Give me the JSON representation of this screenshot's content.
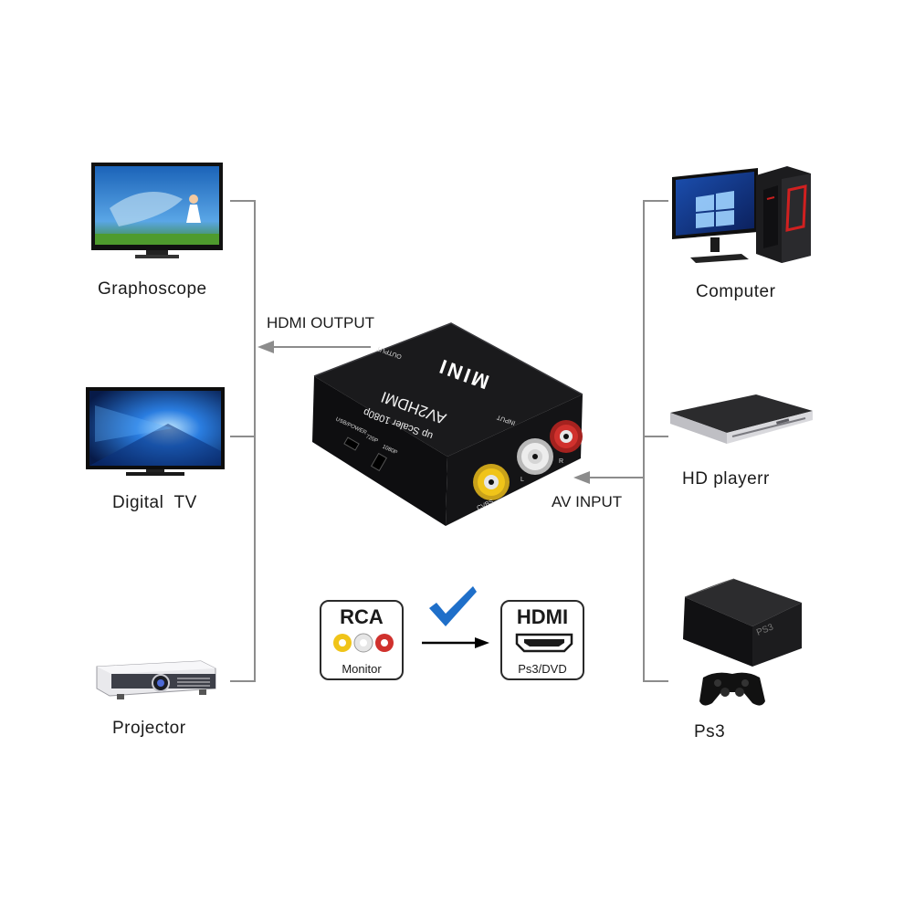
{
  "outputs": [
    {
      "label": "Graphoscope",
      "icon": "graphoscope-tv-icon"
    },
    {
      "label": "Digital  TV",
      "icon": "digital-tv-icon"
    },
    {
      "label": "Projector",
      "icon": "projector-icon"
    }
  ],
  "inputs": [
    {
      "label": "Computer",
      "icon": "computer-icon"
    },
    {
      "label": "HD playerr",
      "icon": "hd-player-icon"
    },
    {
      "label": "Ps3",
      "icon": "ps3-console-icon"
    }
  ],
  "arrows": {
    "output_label": "HDMI OUTPUT",
    "input_label": "AV INPUT"
  },
  "converter": {
    "brand": "MINI",
    "model": "AV2HDMI",
    "subtitle": "up Scaler 1080p",
    "port_output": "OUTPUT",
    "port_input": "INPUT",
    "port_power": "USB/POWER",
    "switch_720": "720P",
    "switch_1080": "1080P",
    "jack_cvbs": "CVBS",
    "jack_l": "L",
    "jack_r": "R"
  },
  "conversion": {
    "from_title": "RCA",
    "from_sub": "Monitor",
    "to_title": "HDMI",
    "to_sub": "Ps3/DVD"
  },
  "colors": {
    "check": "#1f6fc9",
    "line": "#8c8c8c",
    "rca_yellow": "#f0c419",
    "rca_white": "#e6e6e6",
    "rca_red": "#d0312d"
  }
}
